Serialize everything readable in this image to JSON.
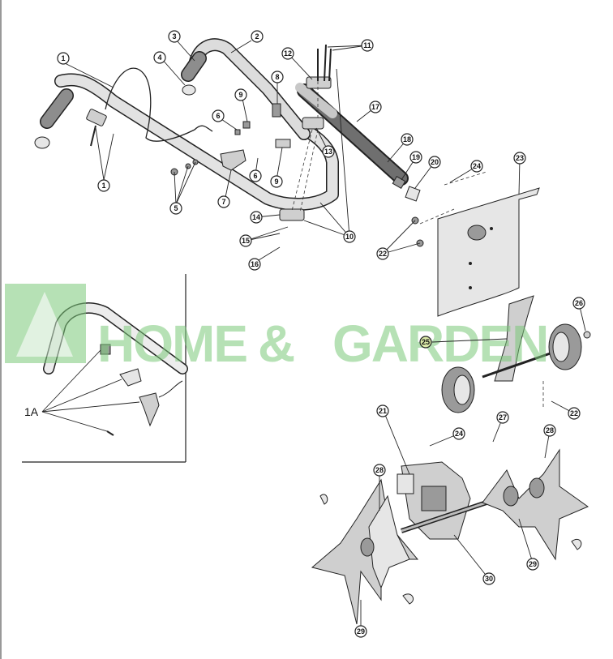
{
  "callouts": [
    {
      "id": "c1a",
      "text": "1"
    },
    {
      "id": "c1b",
      "text": "1"
    },
    {
      "id": "c2",
      "text": "2"
    },
    {
      "id": "c3",
      "text": "3"
    },
    {
      "id": "c4",
      "text": "4"
    },
    {
      "id": "c5",
      "text": "5"
    },
    {
      "id": "c6a",
      "text": "6"
    },
    {
      "id": "c6b",
      "text": "6"
    },
    {
      "id": "c7",
      "text": "7"
    },
    {
      "id": "c8",
      "text": "8"
    },
    {
      "id": "c9a",
      "text": "9"
    },
    {
      "id": "c9b",
      "text": "9"
    },
    {
      "id": "c10",
      "text": "10"
    },
    {
      "id": "c11",
      "text": "11"
    },
    {
      "id": "c12",
      "text": "12"
    },
    {
      "id": "c13",
      "text": "13"
    },
    {
      "id": "c14",
      "text": "14"
    },
    {
      "id": "c15",
      "text": "15"
    },
    {
      "id": "c16",
      "text": "16"
    },
    {
      "id": "c17",
      "text": "17"
    },
    {
      "id": "c18",
      "text": "18"
    },
    {
      "id": "c19",
      "text": "19"
    },
    {
      "id": "c20",
      "text": "20"
    },
    {
      "id": "c21",
      "text": "21"
    },
    {
      "id": "c22a",
      "text": "22"
    },
    {
      "id": "c22b",
      "text": "22"
    },
    {
      "id": "c23",
      "text": "23"
    },
    {
      "id": "c24a",
      "text": "24"
    },
    {
      "id": "c24b",
      "text": "24"
    },
    {
      "id": "c25",
      "text": "25"
    },
    {
      "id": "c26",
      "text": "26"
    },
    {
      "id": "c27",
      "text": "27"
    },
    {
      "id": "c28a",
      "text": "28"
    },
    {
      "id": "c28b",
      "text": "28"
    },
    {
      "id": "c29a",
      "text": "29"
    },
    {
      "id": "c29b",
      "text": "29"
    },
    {
      "id": "c30",
      "text": "30"
    }
  ],
  "inset": {
    "label": "1A"
  },
  "watermark": {
    "text_left": "HOME",
    "ampersand": "&",
    "text_right": "GARDEN",
    "color": "#7cc97a"
  },
  "colors": {
    "line": "#222222",
    "part_fill": "#cfcfcf",
    "highlight_callout": "#d9e8a6"
  }
}
